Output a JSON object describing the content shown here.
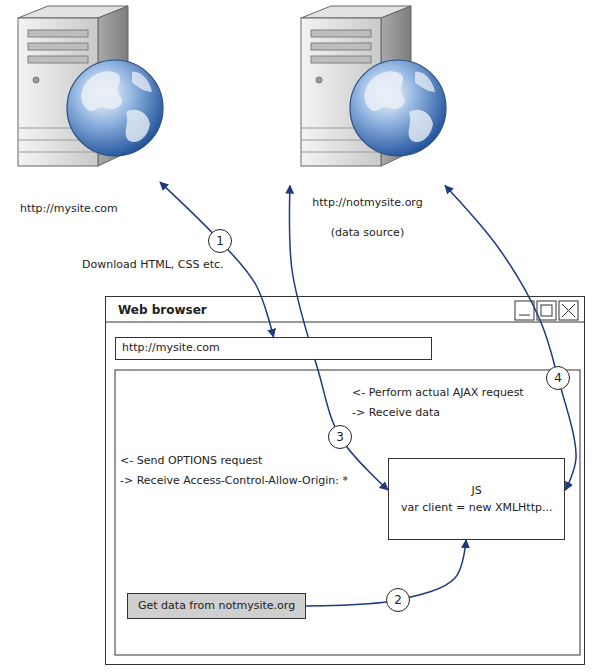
{
  "diagram": {
    "nodes": [
      {
        "text": [
          "http://mysite.com"
        ]
      },
      {
        "text": [
          "http://notmysite.org",
          "(data source)"
        ]
      },
      {
        "text": [
          "Web browser"
        ]
      },
      {
        "text": [
          "http://mysite.com"
        ],
        "in": 2
      },
      {
        "text": [
          "JS",
          "var client = new XMLHttp..."
        ],
        "in": 2
      },
      {
        "text": [
          "Get data from notmysite.org"
        ],
        "in": 2
      }
    ],
    "edges": [
      {
        "from": 0,
        "to": 3,
        "arrow": "both",
        "label": "1"
      },
      {
        "from": 5,
        "to": 4,
        "arrow": "to",
        "label": "2"
      },
      {
        "from": 1,
        "to": 4,
        "arrow": "both",
        "label": "3"
      },
      {
        "from": 1,
        "to": 4,
        "arrow": "both",
        "label": "4"
      }
    ],
    "labels": [
      "Download HTML, CSS etc.",
      "<- Send OPTIONS request",
      "-> Receive Access-Control-Allow-Origin: *",
      "<- Perform actual AJAX request",
      "-> Receive data"
    ]
  }
}
